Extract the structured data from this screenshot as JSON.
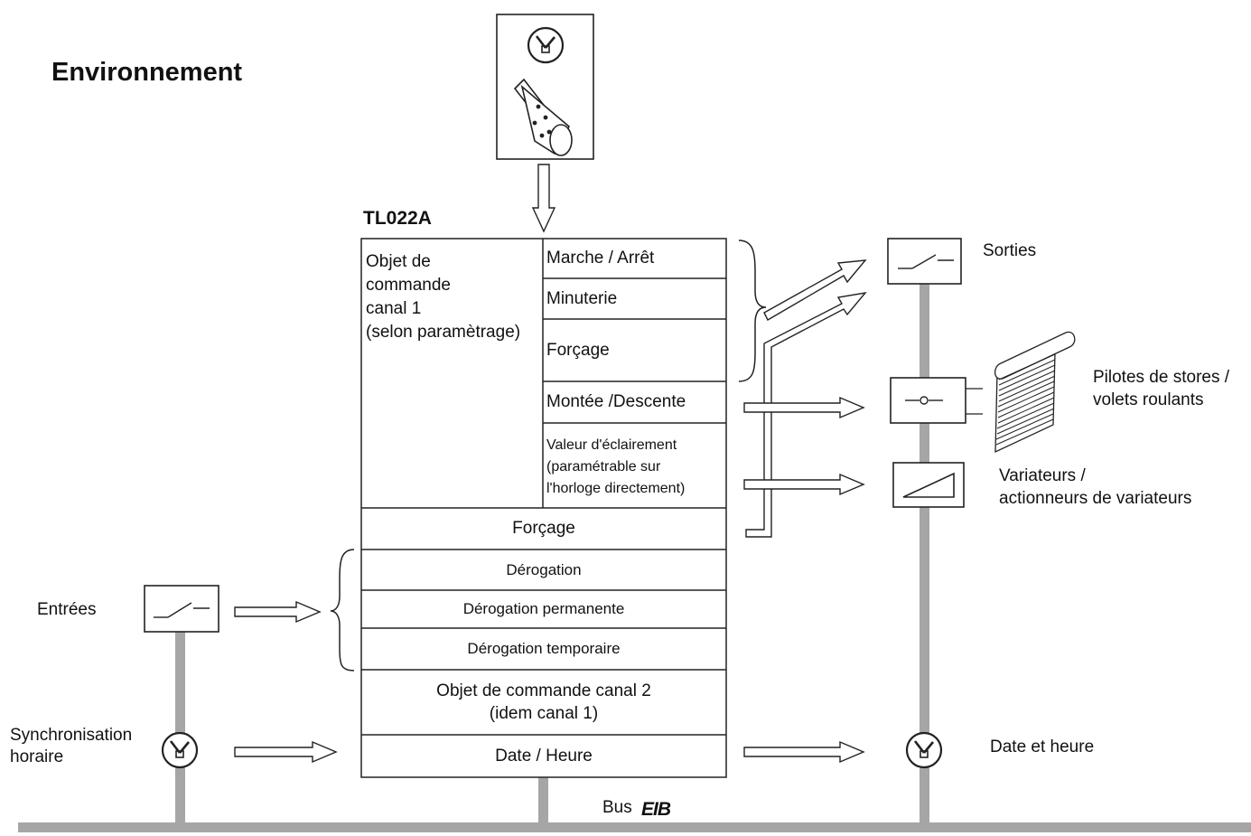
{
  "title": "Environnement",
  "device_name": "TL022A",
  "block": {
    "canal1_label": "Objet de\ncommande\ncanal 1\n(selon paramètrage)",
    "canal1_items": [
      "Marche / Arrêt",
      "Minuterie",
      "Forçage",
      "Montée /Descente",
      "Valeur d'éclairement\n(paramétrable sur\nl'horloge directement)"
    ],
    "rows": [
      "Forçage",
      "Dérogation",
      "Dérogation permanente",
      "Dérogation temporaire",
      "Objet de commande canal 2\n(idem canal 1)",
      "Date / Heure"
    ]
  },
  "left_labels": {
    "entrees": "Entrées",
    "synchronisation": "Synchronisation\nhoraire"
  },
  "right_labels": {
    "sorties": "Sorties",
    "pilotes": "Pilotes de stores /\nvolets roulants",
    "variateurs": "Variateurs /\nactionneurs de variateurs",
    "date_heure": "Date et heure"
  },
  "bus": {
    "label": "Bus",
    "logo_text": "EIB"
  },
  "colors": {
    "bus_gray": "#a6a6a6",
    "line": "#222222"
  },
  "icons": [
    "clock-icon",
    "timer-drum-icon",
    "switch-icon",
    "blind-icon",
    "dimmer-icon"
  ]
}
